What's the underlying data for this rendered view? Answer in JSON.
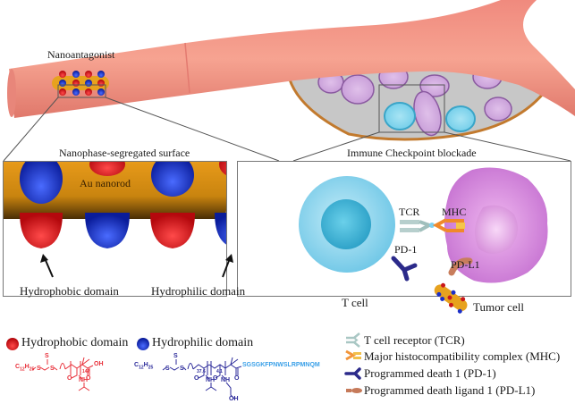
{
  "figure": {
    "top": {
      "nanoantagonist_label": "Nanoantagonist"
    },
    "left_panel": {
      "title": "Nanophase-segregated surface",
      "rod_label": "Au nanorod",
      "arrow_labels": [
        "Hydrophobic domain",
        "Hydrophilic domain"
      ]
    },
    "right_panel": {
      "title": "Immune Checkpoint blockade",
      "labels": {
        "tcr": "TCR",
        "mhc": "MHC",
        "pd1": "PD-1",
        "pdl1": "PD-L1",
        "t_cell": "T cell",
        "tumor_cell": "Tumor cell"
      }
    },
    "legend_domains": [
      {
        "label": "Hydrophobic domain",
        "icon": "red-sphere-icon",
        "color": "#e0161b"
      },
      {
        "label": "Hydrophilic domain",
        "icon": "blue-sphere-icon",
        "color": "#1c2fc8"
      }
    ],
    "chem_hydrophobic": {
      "chain": "C12H25",
      "c_sub": "12",
      "h_sub": "25",
      "s_top": "S",
      "s1": "S",
      "s2": "S",
      "repeat": "147",
      "end_group": "OH",
      "carbonyl": "O",
      "amide": "NH",
      "color": "#e8303a"
    },
    "chem_hydrophilic": {
      "c_sub": "12",
      "h_sub": "25",
      "s_top": "S",
      "s1": "S",
      "s2": "S",
      "repeat1": "37.6",
      "repeat2": "4.1",
      "carbonyl": "O",
      "amide": "NH",
      "hydroxyl": "OH",
      "peptide": "SGSGKFPNWSLRPMNQM",
      "color": "#2b2a9a",
      "peptide_color": "#3aa0e8"
    },
    "legend_receptors": [
      {
        "label": "T cell receptor (TCR)",
        "icon": "tcr-icon",
        "color": "#a9c7c4"
      },
      {
        "label": "Major histocompatibility complex (MHC)",
        "icon": "mhc-icon",
        "color": "#f2953a"
      },
      {
        "label": "Programmed death 1 (PD-1)",
        "icon": "pd1-icon",
        "color": "#2b2a8a"
      },
      {
        "label": "Programmed death ligand 1 (PD-L1)",
        "icon": "pdl1-icon",
        "color": "#c67a5a"
      }
    ]
  }
}
